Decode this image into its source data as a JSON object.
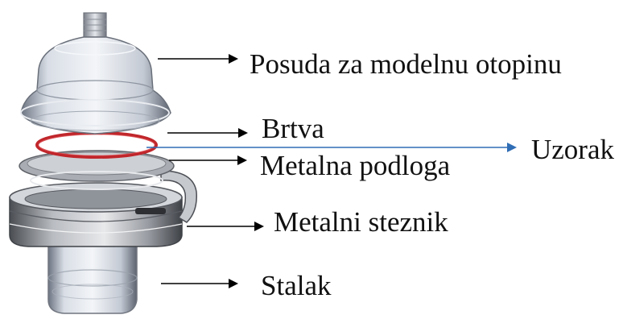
{
  "labels": {
    "posuda": "Posuda za modelnu otopinu",
    "brtva": "Brtva",
    "podloga": "Metalna podloga",
    "uzorak": "Uzorak",
    "steznik": "Metalni steznik",
    "stalak": "Stalak"
  },
  "colors": {
    "arrow_black": "#000000",
    "arrow_blue": "#2f6db5",
    "gasket_red": "#c0262b",
    "glass": "#c9d0dc",
    "metal": "#8d9096"
  }
}
